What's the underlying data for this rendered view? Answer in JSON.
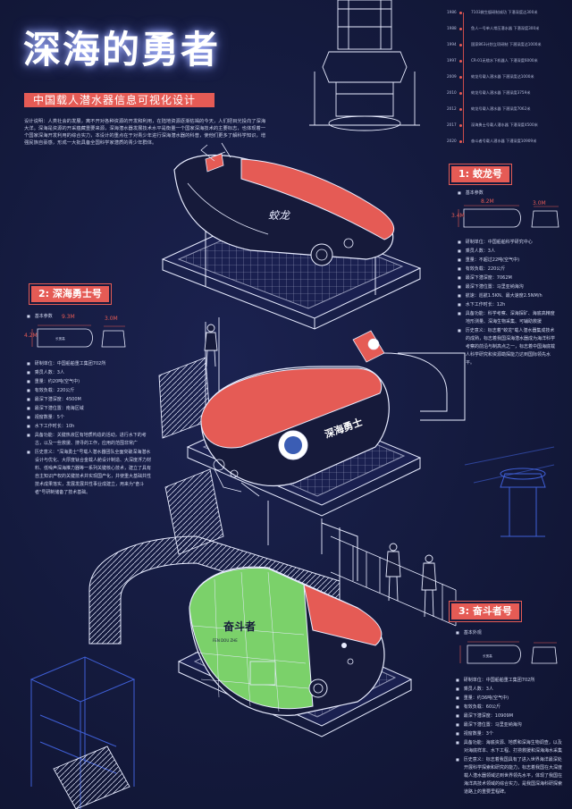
{
  "title": "深海的勇者",
  "subtitle": "中国载人潜水器信息可视化设计",
  "intro": "设计说明：人类社会的发展，离不开对各种资源的开发和利用，在陆地资源逐渐枯竭的今天，人们把目光投向了深海大洋。深海是资源的开采蕴藏重要来源，深海潜水器发展技术水平是衡量一个国家深海技术的主要标志，也体现着一个国家深海开发利用的综合实力，本设计的重点在于对青少年进行深海潜水器的科普，使他们更多了解科学知识，增强民族自豪感，形成一大批具备全国科学家潜质的青少年群体。",
  "timeline": [
    {
      "year": "1986",
      "text": "7103救生艇研制成功 下潜深度达300米"
    },
    {
      "year": "1988",
      "text": "鱼人一号单人常压潜水器 下潜深度300米"
    },
    {
      "year": "1994",
      "text": "国家863计划立项研制 下潜深度达1000米"
    },
    {
      "year": "1997",
      "text": "CR-01无缆水下机器人 下潜深度6000米"
    },
    {
      "year": "2009",
      "text": "蛟龙号载人潜水器 下潜深度达1000米"
    },
    {
      "year": "2010",
      "text": "蛟龙号载人潜水器 下潜深度3759米"
    },
    {
      "year": "2012",
      "text": "蛟龙号载人潜水器 下潜深度7062米"
    },
    {
      "year": "2017",
      "text": "深海勇士号载人潜水器 下潜深度4500米"
    },
    {
      "year": "2020",
      "text": "奋斗者号载人潜水器 下潜深度10909米"
    }
  ],
  "s1": {
    "title": "1: 蛟龙号",
    "basic": "基本参数",
    "length": "8.2M",
    "height": "3.4M",
    "width": "3.0M",
    "rows": [
      "研制单位：中国船舶科学研究中心",
      "乘员人数：3人",
      "重量：不超过22吨(空气中)",
      "有效负载：220公斤",
      "最深下潜深度：7062M",
      "最深下潜位置：马里亚纳海沟",
      "航速：巡航1.5KN、最大速度2.5NM/h",
      "水下工作时长：12h"
    ],
    "para1": "具备功能：科学考察、深海探矿、海底高精度地形测量、深海生物采集、可辅助救援",
    "para2": "历史意义：标志着\"蛟龙\"载人潜水器集成技术的成熟，标志着我国深海潜水器成为海洋科学考察的前沿与制高点之一，标志着中国海底载人科学研究和资源勘探能力达到国际领先水平。"
  },
  "s2": {
    "title": "2: 深海勇士号",
    "basic": "基本参数",
    "length": "9.3M",
    "height": "4.2M",
    "width": "3.0M",
    "cap": "长宽高",
    "rows": [
      "研制单位：中国船舶重工集团702所",
      "乘员人数：3人",
      "重量：约20吨(空气中)",
      "有效负载：220公斤",
      "最深下潜深度：4500M",
      "最深下潜位置：南海区域",
      "视窗数量：5个",
      "水下工作时长：10h"
    ],
    "para1": "具备功能：关键热液区有地质构造的活动，进行水下的考古，以及一些救援、搜寻的工作，应用的范围非常广",
    "para2": "历史意义：\"深海勇士\"号载人潜水器团队全面突破深海潜水设计与优化、大厚度钛合金载人舱设计制造、大深度浮力材料、低噪声深海推力器等一系列关键核心技术，建立了具有自主知识产权的关键技术并实现国产化，并使重大基础共性技术成果落实，发展发展共性事业成建立，用来为\"奋斗者\"号研制储备了技术基础。"
  },
  "s3": {
    "title": "3: 奋斗者号",
    "basic": "基本外观",
    "cap": "长宽高",
    "rows": [
      "研制单位：中国船舶重工集团702所",
      "乘员人数：3人",
      "重量：约36吨(空气中)",
      "有效负载：60公斤",
      "最深下潜深度：10909M",
      "最深下潜位置：马里亚纳海沟",
      "视窗数量：3个"
    ],
    "para1": "具备功能：海底资源、地质和深海生物调查，以及对海底样本、水下工程、打捞救援和深海海水采集",
    "para2": "历史意义：标志着我国具有了进入世界海洋最深处开展科学探索和研究的能力，标志着我国在大深度载人潜水器领域达到世界领先水平，体现了我国在海洋高技术领域的综合实力，是我国深海科研探索道路上的重要里程碑。"
  },
  "hull": {
    "jiaolong": "蛟龙",
    "shenhai": "深海勇士",
    "fendouzhe": "奋斗者",
    "fendouzhe_en": "FEN DOU ZHE"
  },
  "colors": {
    "accent": "#e55b55",
    "green": "#7bd16a",
    "line": "#e8ecff",
    "dark": "#161a3a"
  }
}
